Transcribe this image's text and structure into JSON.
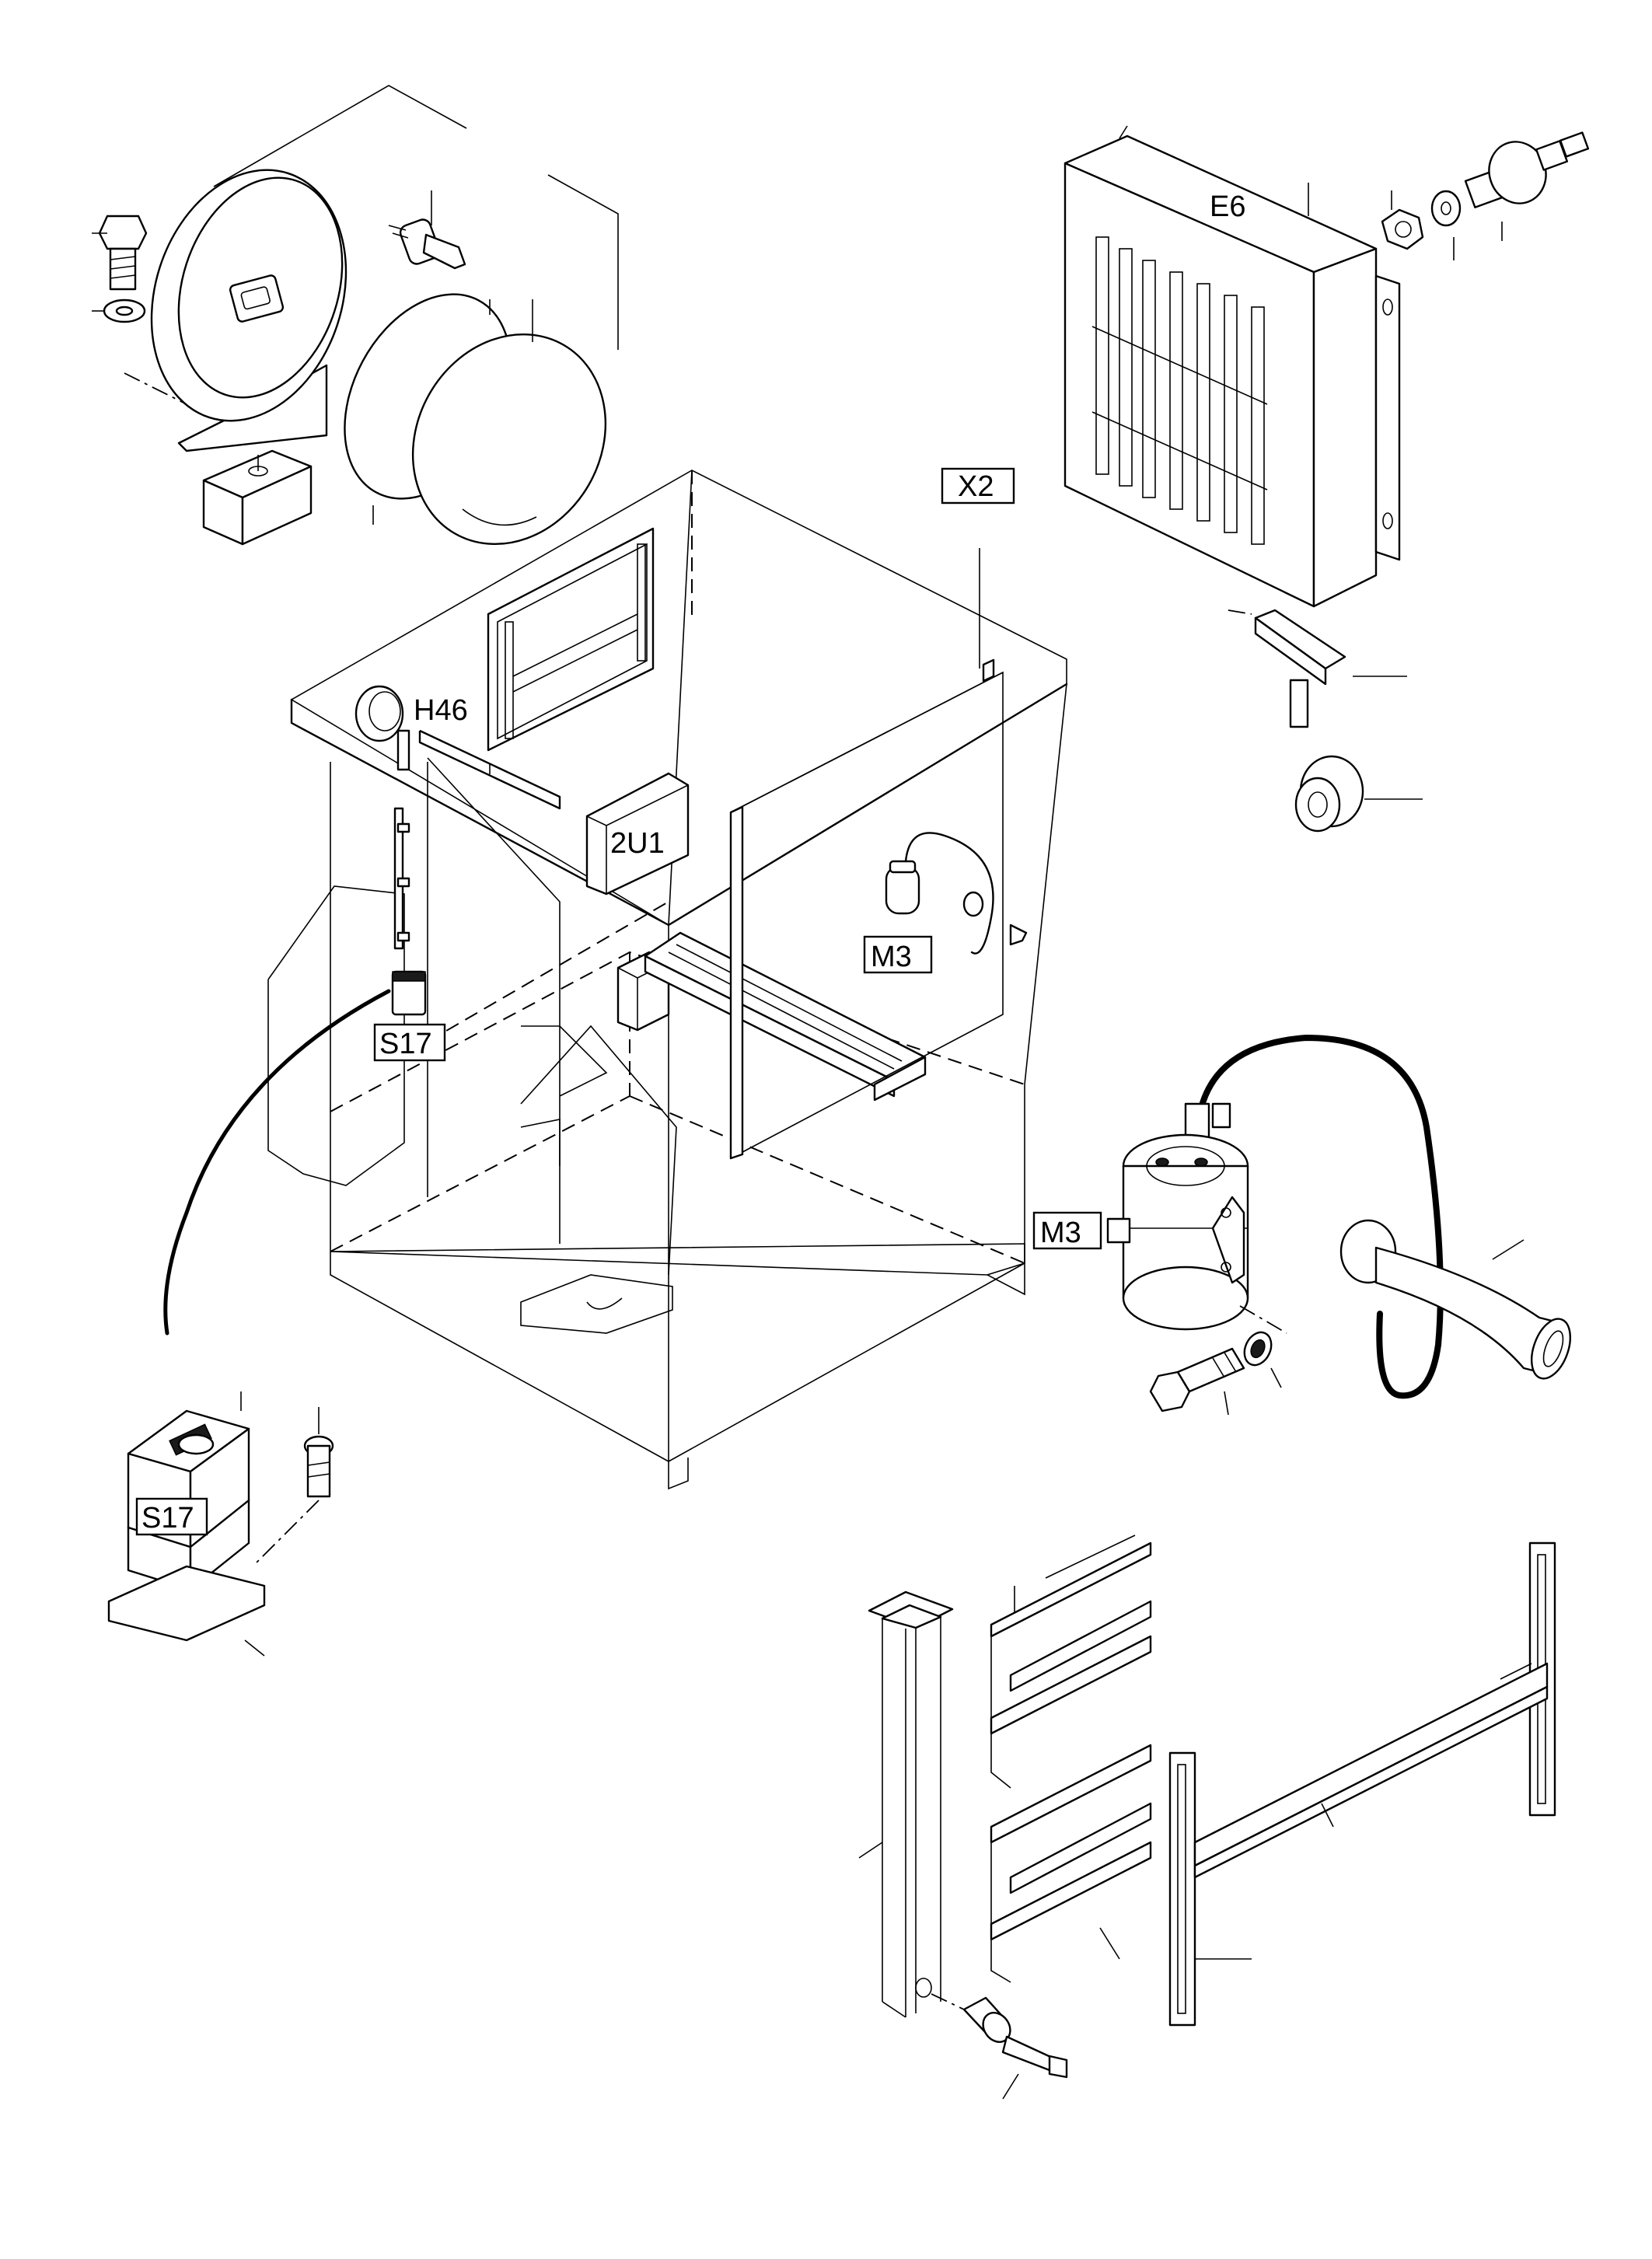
{
  "labels": {
    "e6": "E6",
    "x2": "X2",
    "h46": "H46",
    "u21": "2U1",
    "m3_top": "M3",
    "s17_top": "S17",
    "m3_mid": "M3",
    "s17_bottom": "S17"
  }
}
